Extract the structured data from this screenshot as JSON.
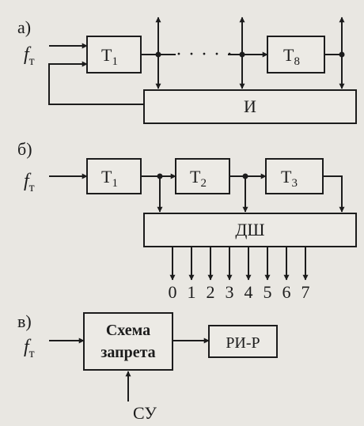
{
  "part_a": {
    "label": "а)",
    "input": {
      "main": "f",
      "sub": "т"
    },
    "t_first": {
      "main": "T",
      "sub": "1"
    },
    "t_last": {
      "main": "T",
      "sub": "8"
    },
    "dots": "· · · · ·",
    "and_gate": "И"
  },
  "part_b": {
    "label": "б)",
    "input": {
      "main": "f",
      "sub": "т"
    },
    "t1": {
      "main": "T",
      "sub": "1"
    },
    "t2": {
      "main": "T",
      "sub": "2"
    },
    "t3": {
      "main": "T",
      "sub": "3"
    },
    "decoder": "ДШ",
    "outputs": [
      "0",
      "1",
      "2",
      "3",
      "4",
      "5",
      "6",
      "7"
    ]
  },
  "part_c": {
    "label": "в)",
    "input": {
      "main": "f",
      "sub": "т"
    },
    "inhibit_line1": "Схема",
    "inhibit_line2": "запрета",
    "register": "РИ-Р",
    "control": "СУ"
  }
}
